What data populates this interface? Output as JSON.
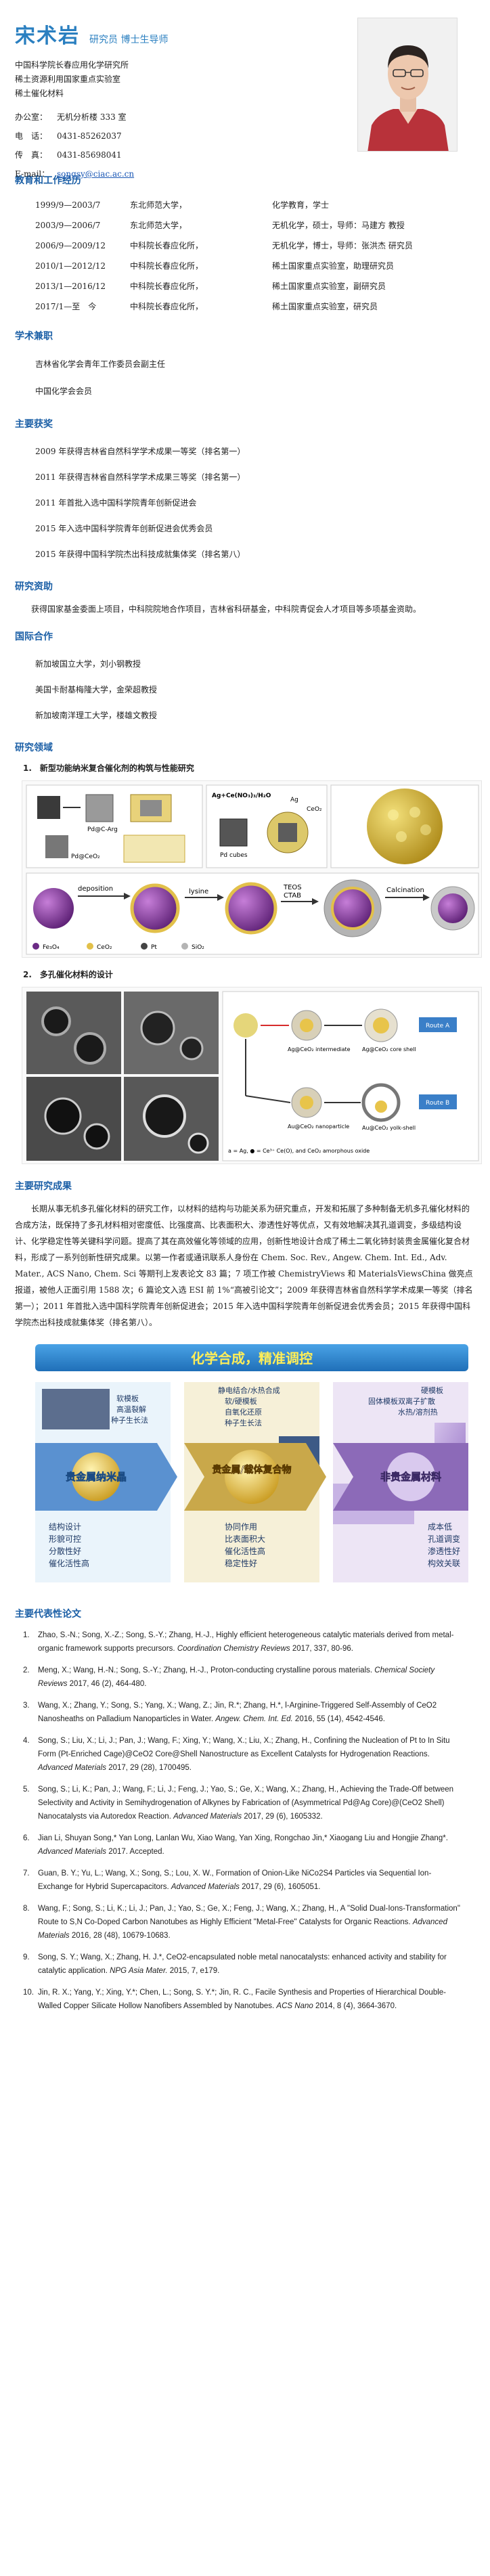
{
  "header": {
    "name": "宋术岩",
    "titles": "研究员 博士生导师",
    "affiliation": [
      "中国科学院长春应用化学研究所",
      "稀土资源利用国家重点实验室",
      "稀土催化材料"
    ],
    "contact": [
      {
        "label": "办公室：",
        "value": "无机分析楼 333 室"
      },
      {
        "label": "电　话：",
        "value": "0431-85262037"
      },
      {
        "label": "传　真：",
        "value": "0431-85698041"
      },
      {
        "label": "E-mail：",
        "value": "songsy@ciac.ac.cn"
      }
    ]
  },
  "sections": {
    "edu": "教育和工作经历",
    "service": "学术兼职",
    "awards": "主要获奖",
    "funding": "研究资助",
    "intl": "国际合作",
    "fields": "研究领域",
    "results": "主要研究成果",
    "pubs": "主要代表性论文"
  },
  "edu": [
    {
      "years": "1999/9—2003/7",
      "org": "东北师范大学，",
      "detail": "化学教育，学士"
    },
    {
      "years": "2003/9—2006/7",
      "org": "东北师范大学，",
      "detail": "无机化学，硕士，导师：马建方 教授"
    },
    {
      "years": "2006/9—2009/12",
      "org": "中科院长春应化所，",
      "detail": "无机化学，博士，导师：张洪杰 研究员"
    },
    {
      "years": "2010/1—2012/12",
      "org": "中科院长春应化所，",
      "detail": "稀土国家重点实验室，助理研究员"
    },
    {
      "years": "2013/1—2016/12",
      "org": "中科院长春应化所，",
      "detail": "稀土国家重点实验室，副研究员"
    },
    {
      "years": "2017/1—至　今",
      "org": "中科院长春应化所，",
      "detail": "稀土国家重点实验室，研究员"
    }
  ],
  "service": [
    "吉林省化学会青年工作委员会副主任",
    "中国化学会会员"
  ],
  "awards": [
    "2009 年获得吉林省自然科学学术成果一等奖（排名第一）",
    "2011 年获得吉林省自然科学学术成果三等奖（排名第一）",
    "2011 年首批入选中国科学院青年创新促进会",
    "2015 年入选中国科学院青年创新促进会优秀会员",
    "2015 年获得中国科学院杰出科技成就集体奖（排名第八）"
  ],
  "funding": "获得国家基金委面上项目，中科院院地合作项目，吉林省科研基金，中科院青促会人才项目等多项基金资助。",
  "intl": [
    "新加坡国立大学，刘小钢教授",
    "美国卡耐基梅隆大学，金荣超教授",
    "新加坡南洋理工大学，楼雄文教授"
  ],
  "fields": {
    "sub1": "1.　新型功能纳米复合催化剂的构筑与性能研究",
    "sub2": "2.　多孔催化材料的设计",
    "fig1": {
      "labels": [
        "Pd@C-Arg",
        "Pd@CeO₂",
        "Ag+Ce(NO₃)₃/H₂O",
        "Pd cubes",
        "Ag",
        "CeO₂"
      ],
      "steps": [
        "deposition",
        "lysine",
        "TEOS\nCTAB",
        "Calcination"
      ],
      "legend": [
        "Fe₃O₄",
        "CeO₂",
        "Pt",
        "SiO₂"
      ]
    },
    "fig2": {
      "labels": [
        "Ag@CeO₂ intermediate",
        "Ag@CeO₂ core shell",
        "Au@CeO₂ nanoparticle",
        "Au@CeO₂ yolk-shell",
        "Route A",
        "Route B"
      ],
      "legend": "a = Ag, ● = Ce³⁺ Ce(O), and CeO₂ amorphous oxide"
    }
  },
  "results": "长期从事无机多孔催化材料的研究工作，以材料的结构与功能关系为研究重点，开发和拓展了多种制备无机多孔催化材料的合成方法，既保持了多孔材料相对密度低、比强度高、比表面积大、渗透性好等优点，又有效地解决其孔道调变，多级结构设计、化学稳定性等关键科学问题。提高了其在高效催化等领域的应用，创新性地设计合成了稀土二氧化铈封装贵金属催化复合材料，形成了一系列创新性研究成果。以第一作者或通讯联系人身份在 Chem. Soc. Rev., Angew. Chem. Int. Ed., Adv. Mater., ACS Nano, Chem. Sci 等期刊上发表论文 83 篇；7 项工作被 ChemistryViews 和 MaterialsViewsChina 做亮点报道，被他人正面引用 1588 次；6 篇论文入选 ESI 前 1%“高被引论文”；2009 年获得吉林省自然科学学术成果一等奖（排名第一）；2011 年首批入选中国科学院青年创新促进会；2015 年入选中国科学院青年创新促进会优秀会员；2015 年获得中国科学院杰出科技成就集体奖（排名第八）。",
  "banner": {
    "title": "化学合成，精准调控",
    "col1_top": [
      "软模板",
      "高温裂解",
      "种子生长法"
    ],
    "col2_top": [
      "静电结合/水热合成",
      "软/硬模板",
      "自氧化还原",
      "种子生长法"
    ],
    "col3_top": [
      "硬模板",
      "固体模板双离子扩散",
      "水热/溶剂热"
    ],
    "center": [
      "贵金属纳米晶",
      "贵金属/载体复合物",
      "非贵金属材料"
    ],
    "col1_bot": [
      "结构设计",
      "形貌可控",
      "分散性好",
      "催化活性高"
    ],
    "col2_bot": [
      "协同作用",
      "比表面积大",
      "催化活性高",
      "稳定性好"
    ],
    "col3_bot": [
      "成本低",
      "孔道调变",
      "渗透性好",
      "构效关联"
    ]
  },
  "pubs": [
    {
      "n": "1.",
      "pre": "Zhao, S.-N.; Song, X.-Z.; Song, S.-Y.; Zhang, H.-J., Highly efficient heterogeneous catalytic materials derived from metal-organic framework supports precursors. ",
      "journal": "Coordination Chemistry Reviews",
      "post": " 2017, 337, 80-96."
    },
    {
      "n": "2.",
      "pre": "Meng, X.; Wang, H.-N.; Song, S.-Y.; Zhang, H.-J., Proton-conducting crystalline porous materials. ",
      "journal": "Chemical Society Reviews",
      "post": " 2017, 46 (2), 464-480."
    },
    {
      "n": "3.",
      "pre": "Wang, X.; Zhang, Y.; Song, S.; Yang, X.; Wang, Z.; Jin, R.*; Zhang, H.*, l-Arginine-Triggered Self-Assembly of CeO2 Nanosheaths on Palladium Nanoparticles in Water. ",
      "journal": "Angew. Chem. Int. Ed.",
      "post": " 2016, 55 (14), 4542-4546."
    },
    {
      "n": "4.",
      "pre": "Song, S.; Liu, X.; Li, J.; Pan, J.; Wang, F.; Xing, Y.; Wang, X.; Liu, X.; Zhang, H., Confining the Nucleation of Pt to In Situ Form (Pt-Enriched Cage)@CeO2 Core@Shell Nanostructure as Excellent Catalysts for Hydrogenation Reactions. ",
      "journal": "Advanced Materials",
      "post": " 2017, 29 (28), 1700495."
    },
    {
      "n": "5.",
      "pre": "Song, S.; Li, K.; Pan, J.; Wang, F.; Li, J.; Feng, J.; Yao, S.; Ge, X.; Wang, X.; Zhang, H., Achieving the Trade-Off between Selectivity and Activity in Semihydrogenation of Alkynes by Fabrication of (Asymmetrical Pd@Ag Core)@(CeO2 Shell) Nanocatalysts via Autoredox Reaction. ",
      "journal": "Advanced Materials",
      "post": " 2017, 29 (6), 1605332."
    },
    {
      "n": "6.",
      "pre": "Jian Li, Shuyan Song,* Yan Long, Lanlan Wu, Xiao Wang, Yan Xing, Rongchao Jin,* Xiaogang Liu and Hongjie Zhang*. ",
      "journal": "Advanced Materials",
      "post": " 2017. Accepted."
    },
    {
      "n": "7.",
      "pre": "Guan, B. Y.; Yu, L.; Wang, X.; Song, S.; Lou, X. W., Formation of Onion-Like NiCo2S4 Particles via Sequential Ion-Exchange for Hybrid Supercapacitors. ",
      "journal": "Advanced Materials",
      "post": " 2017, 29 (6), 1605051."
    },
    {
      "n": "8.",
      "pre": "Wang, F.; Song, S.; Li, K.; Li, J.; Pan, J.; Yao, S.; Ge, X.; Feng, J.; Wang, X.; Zhang, H., A \"Solid Dual-Ions-Transformation\" Route to S,N Co-Doped Carbon Nanotubes as Highly Efficient \"Metal-Free\" Catalysts for Organic Reactions. ",
      "journal": "Advanced Materials",
      "post": " 2016, 28 (48), 10679-10683."
    },
    {
      "n": "9.",
      "pre": "Song, S. Y.; Wang, X.; Zhang, H. J.*, CeO2-encapsulated noble metal nanocatalysts: enhanced activity and stability for catalytic application. ",
      "journal": "NPG Asia Mater.",
      "post": " 2015, 7, e179."
    },
    {
      "n": "10.",
      "pre": "Jin, R. X.; Yang, Y.; Xing, Y.*; Chen, L.; Song, S. Y.*; Jin, R. C., Facile Synthesis and Properties of Hierarchical Double-Walled Copper Silicate Hollow Nanofibers Assembled by Nanotubes. ",
      "journal": "ACS Nano",
      "post": " 2014, 8 (4), 3664-3670."
    }
  ],
  "colors": {
    "accent": "#2a7fc0",
    "section": "#1b5fa6",
    "banner_red": "#d62b2b",
    "banner_blue": "#2d8fd6"
  }
}
